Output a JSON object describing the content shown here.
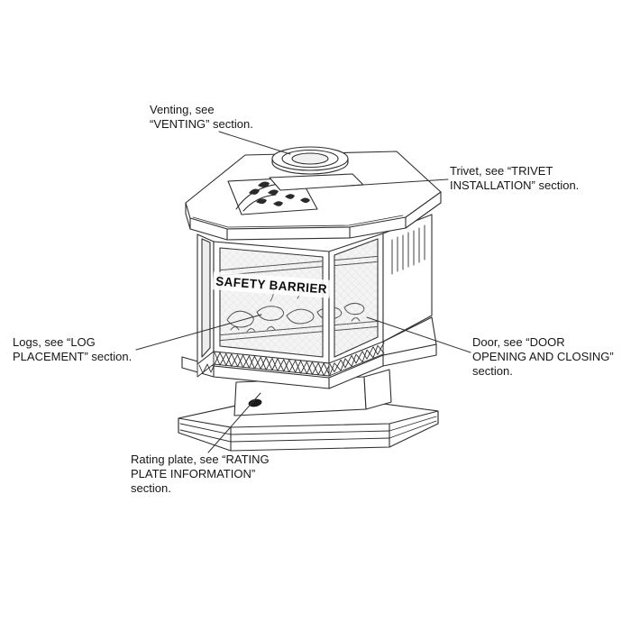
{
  "figure": {
    "stove_text": {
      "safety_barrier": "SAFETY BARRIER"
    },
    "callouts": {
      "venting": "Venting, see\n“VENTING” section.",
      "trivet": "Trivet, see “TRIVET\nINSTALLATION” section.",
      "logs": "Logs, see “LOG\nPLACEMENT” section.",
      "door": "Door, see “DOOR\nOPENING AND CLOSING”\nsection.",
      "rating_plate": "Rating plate, see “RATING\nPLATE INFORMATION”\nsection."
    },
    "colors": {
      "line": "#2e2e2e",
      "glass_fill": "#f4f4f4",
      "label_text": "#161616",
      "accent_black": "#1a1a1a"
    }
  }
}
